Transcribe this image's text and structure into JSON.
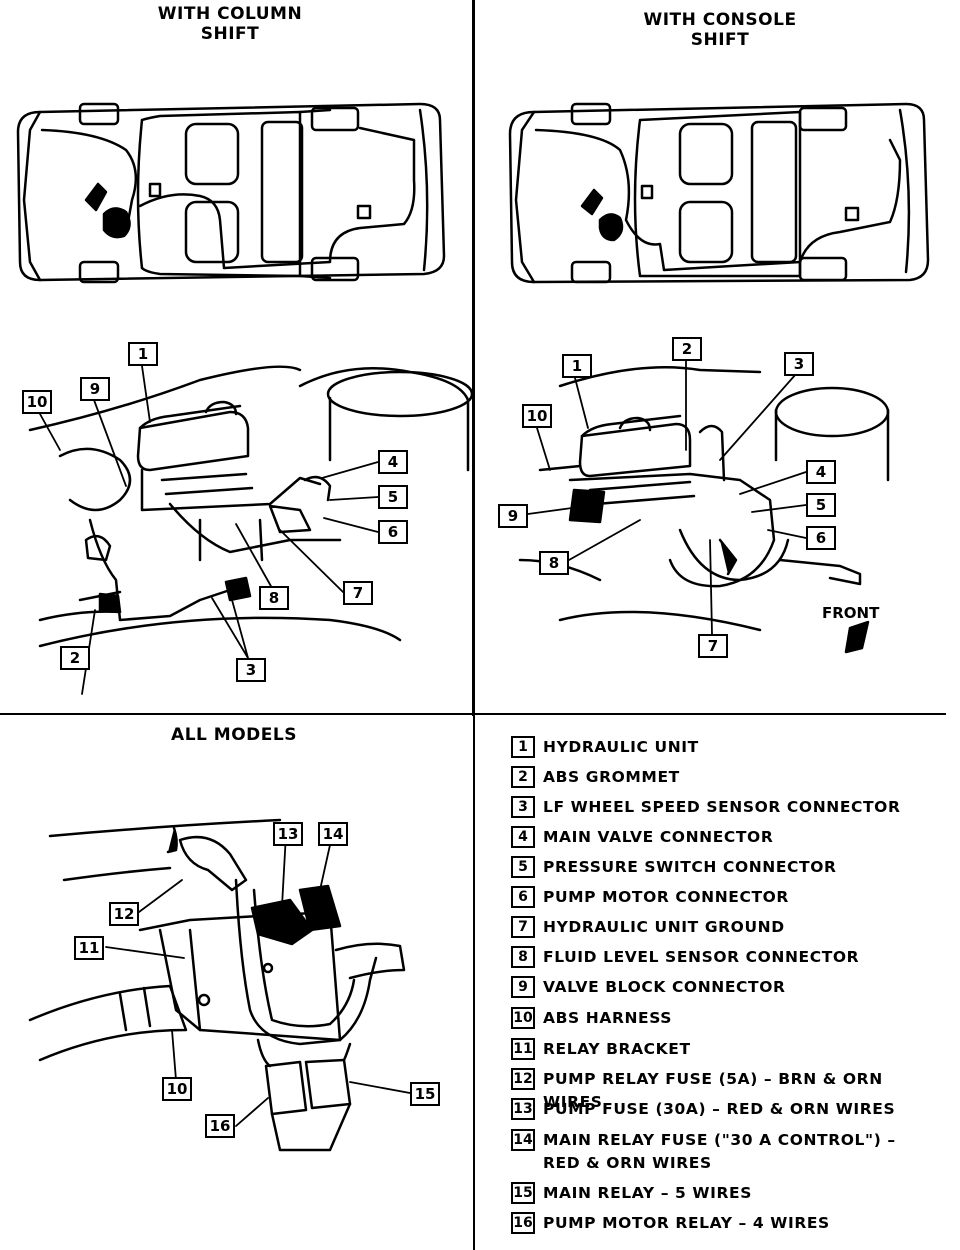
{
  "panels": {
    "column_shift": "WITH COLUMN\nSHIFT",
    "console_shift": "WITH CONSOLE\nSHIFT",
    "all_models": "ALL MODELS"
  },
  "front_label": "FRONT",
  "callouts": {
    "column": [
      "1",
      "2",
      "3",
      "4",
      "5",
      "6",
      "7",
      "8",
      "9",
      "10"
    ],
    "console": [
      "1",
      "2",
      "3",
      "4",
      "5",
      "6",
      "7",
      "8",
      "9",
      "10"
    ],
    "all": [
      "10",
      "11",
      "12",
      "13",
      "14",
      "15",
      "16"
    ]
  },
  "legend": [
    {
      "num": "1",
      "text": "HYDRAULIC UNIT"
    },
    {
      "num": "2",
      "text": "ABS GROMMET"
    },
    {
      "num": "3",
      "text": "LF WHEEL SPEED SENSOR CONNECTOR"
    },
    {
      "num": "4",
      "text": "MAIN VALVE CONNECTOR"
    },
    {
      "num": "5",
      "text": "PRESSURE SWITCH CONNECTOR"
    },
    {
      "num": "6",
      "text": "PUMP MOTOR CONNECTOR"
    },
    {
      "num": "7",
      "text": "HYDRAULIC UNIT GROUND"
    },
    {
      "num": "8",
      "text": "FLUID LEVEL SENSOR CONNECTOR"
    },
    {
      "num": "9",
      "text": "VALVE BLOCK CONNECTOR"
    },
    {
      "num": "10",
      "text": "ABS HARNESS"
    },
    {
      "num": "11",
      "text": "RELAY BRACKET"
    },
    {
      "num": "12",
      "text": "PUMP RELAY FUSE (5A) – BRN & ORN WIRES"
    },
    {
      "num": "13",
      "text": "PUMP FUSE (30A) – RED & ORN WIRES"
    },
    {
      "num": "14",
      "text": "MAIN RELAY FUSE (\"30 A CONTROL\") – RED & ORN WIRES"
    },
    {
      "num": "15",
      "text": "MAIN RELAY – 5 WIRES"
    },
    {
      "num": "16",
      "text": "PUMP MOTOR RELAY – 4 WIRES"
    }
  ]
}
